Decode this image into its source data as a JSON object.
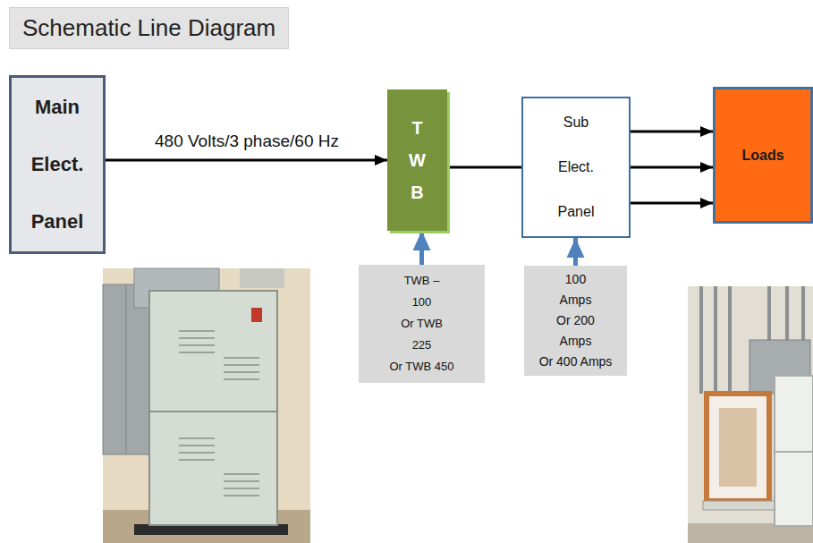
{
  "diagram": {
    "title": "Schematic Line Diagram",
    "nodes": [
      {
        "text": [
          "Main Elect. Panel"
        ]
      },
      {
        "text": [
          "T W B"
        ]
      },
      {
        "text": [
          "Sub Elect. Panel"
        ]
      },
      {
        "text": [
          "Loads"
        ]
      },
      {
        "text": [
          "TWB – 100 Or TWB 225 Or TWB 450"
        ]
      },
      {
        "text": [
          "100 Amps Or 200 Amps Or 400 Amps"
        ]
      }
    ],
    "edges": [
      {
        "from": 0,
        "to": 1,
        "label": "480 Volts/3 phase/60 Hz",
        "arrow": "to"
      },
      {
        "from": 1,
        "to": 2,
        "arrow": "none"
      },
      {
        "from": 2,
        "to": 3,
        "arrow": "to"
      },
      {
        "from": 2,
        "to": 3,
        "arrow": "to"
      },
      {
        "from": 2,
        "to": 3,
        "arrow": "to"
      },
      {
        "from": 4,
        "to": 1,
        "arrow": "to"
      },
      {
        "from": 5,
        "to": 2,
        "arrow": "to"
      }
    ]
  }
}
